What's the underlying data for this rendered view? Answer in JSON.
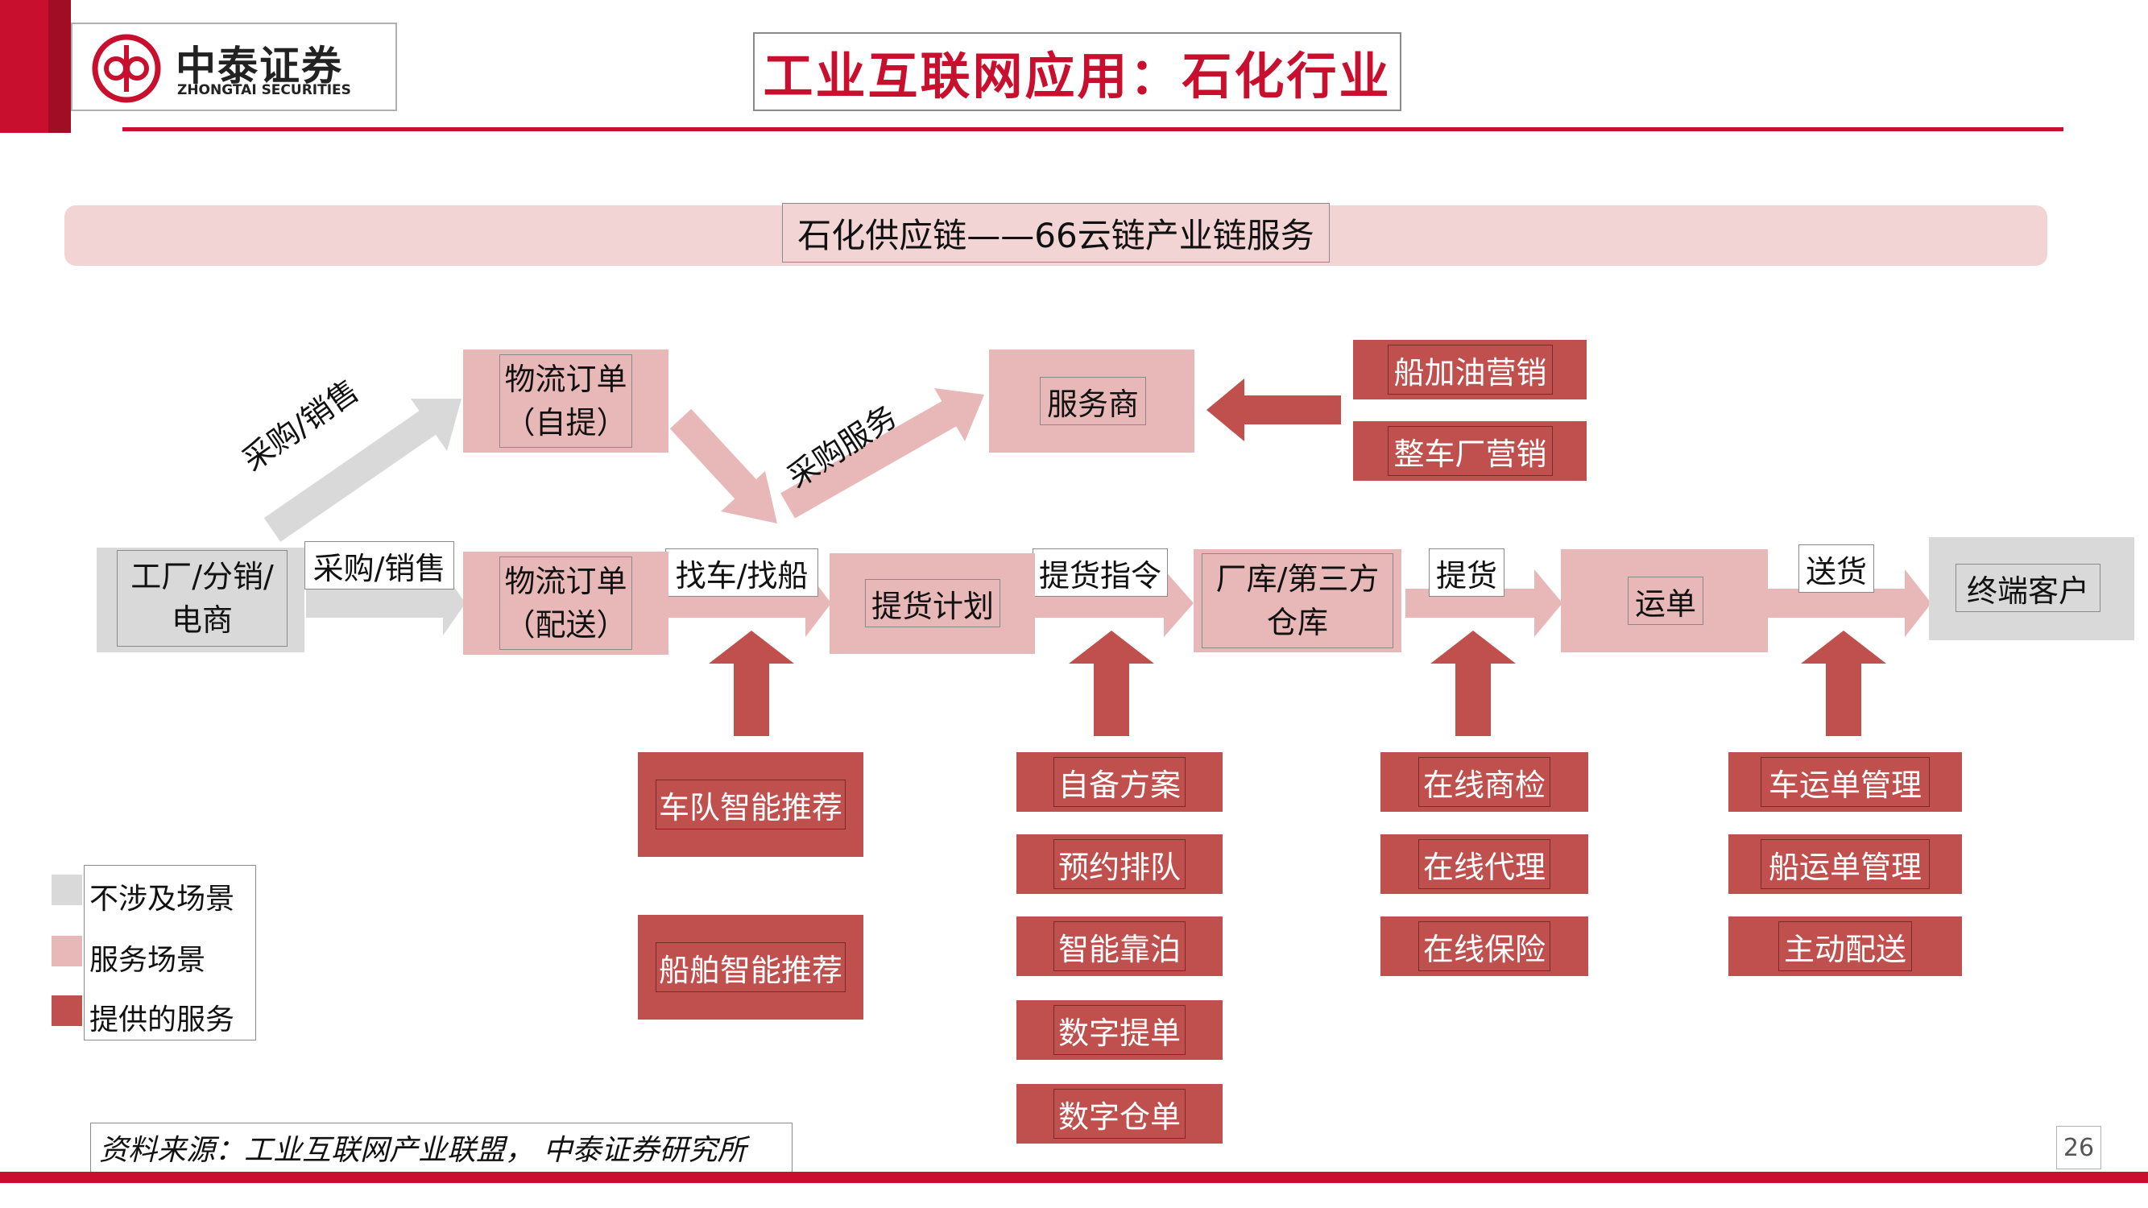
{
  "brand": {
    "name_cn": "中泰证券",
    "name_en": "ZHONGTAI SECURITIES"
  },
  "page_title": "工业互联网应用：石化行业",
  "banner": "石化供应链——66云链产业链服务",
  "nodes": {
    "factory": "工厂/分销/电商",
    "order_pickup": "物流订单（自提）",
    "order_delivery": "物流订单（配送）",
    "service_provider": "服务商",
    "pickup_plan": "提货计划",
    "warehouse": "厂库/第三方仓库",
    "waybill": "运单",
    "end_customer": "终端客户"
  },
  "arrow_labels": {
    "purchase_sales_up": "采购/销售",
    "purchase_sales": "采购/销售",
    "purchase_service": "采购服务",
    "find_vehicle": "找车/找船",
    "pickup_instruction": "提货指令",
    "pickup": "提货",
    "delivery": "送货"
  },
  "services": {
    "marketing": [
      "船加油营销",
      "整车厂营销"
    ],
    "col1": [
      "车队智能推荐",
      "船舶智能推荐"
    ],
    "col2": [
      "自备方案",
      "预约排队",
      "智能靠泊",
      "数字提单",
      "数字仓单"
    ],
    "col3": [
      "在线商检",
      "在线代理",
      "在线保险"
    ],
    "col4": [
      "车运单管理",
      "船运单管理",
      "主动配送"
    ]
  },
  "legend": {
    "items": [
      {
        "label": "不涉及场景",
        "color": "#d9d9d9"
      },
      {
        "label": "服务场景",
        "color": "#e8b8b8"
      },
      {
        "label": "提供的服务",
        "color": "#c0504d"
      }
    ]
  },
  "source": "资料来源：工业互联网产业联盟， 中泰证券研究所",
  "page_number": "26",
  "colors": {
    "accent": "#c8102e",
    "pink": "#e8b8b8",
    "gray": "#d9d9d9",
    "red": "#c0504d"
  }
}
